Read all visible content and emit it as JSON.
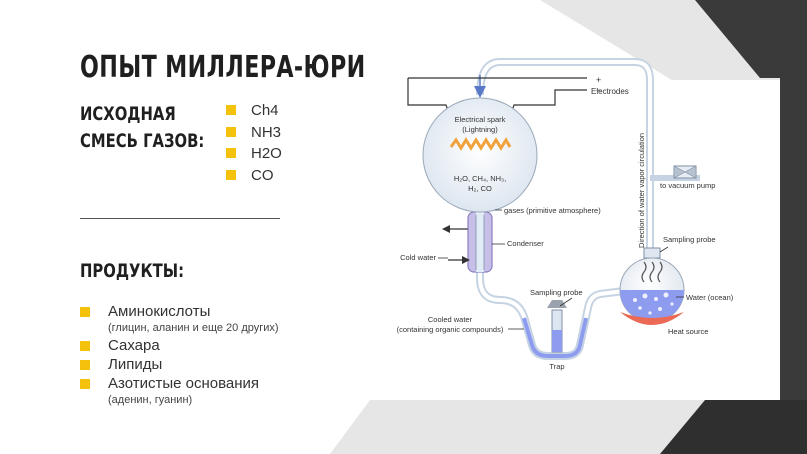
{
  "title": "ОПЫТ МИЛЛЕРА-ЮРИ",
  "mixture": {
    "heading_line1": "ИСХОДНАЯ",
    "heading_line2": "СМЕСЬ ГАЗОВ:",
    "items": [
      "Ch4",
      "NH3",
      "H2O",
      "CO"
    ]
  },
  "products": {
    "heading": "ПРОДУКТЫ:",
    "items": [
      {
        "name": "Аминокислоты",
        "note": "(глицин, аланин и еще 20 других)"
      },
      {
        "name": "Сахара",
        "note": ""
      },
      {
        "name": "Липиды",
        "note": ""
      },
      {
        "name": "Азотистые основания",
        "note": "(аденин, гуанин)"
      }
    ]
  },
  "diagram": {
    "electrodes": "Electrodes",
    "plus": "+",
    "minus": "−",
    "spark_line1": "Electrical spark",
    "spark_line2": "(Lightning)",
    "gas_line1": "H₂O, CH₄, NH₃,",
    "gas_line2": "H₂, CO",
    "gases": "gases (primitive atmosphere)",
    "direction": "Direction of water vapor circulation",
    "vacuum": "to vacuum pump",
    "condenser": "Condenser",
    "cold_water": "Cold water",
    "sampling_probe_top": "Sampling probe",
    "sampling_probe_bottom": "Sampling probe",
    "water": "Water (ocean)",
    "heat": "Heat source",
    "cooled_line1": "Cooled water",
    "cooled_line2": "(containing organic compounds)",
    "trap": "Trap"
  },
  "colors": {
    "accent_bullet": "#f4c20d",
    "dark_shape": "#3a3a3a",
    "light_shape": "#e6e6e6",
    "tube": "#c6d3e2",
    "water": "#8e9cf0",
    "heat": "#ea6a55",
    "spark": "#f1a23b"
  }
}
